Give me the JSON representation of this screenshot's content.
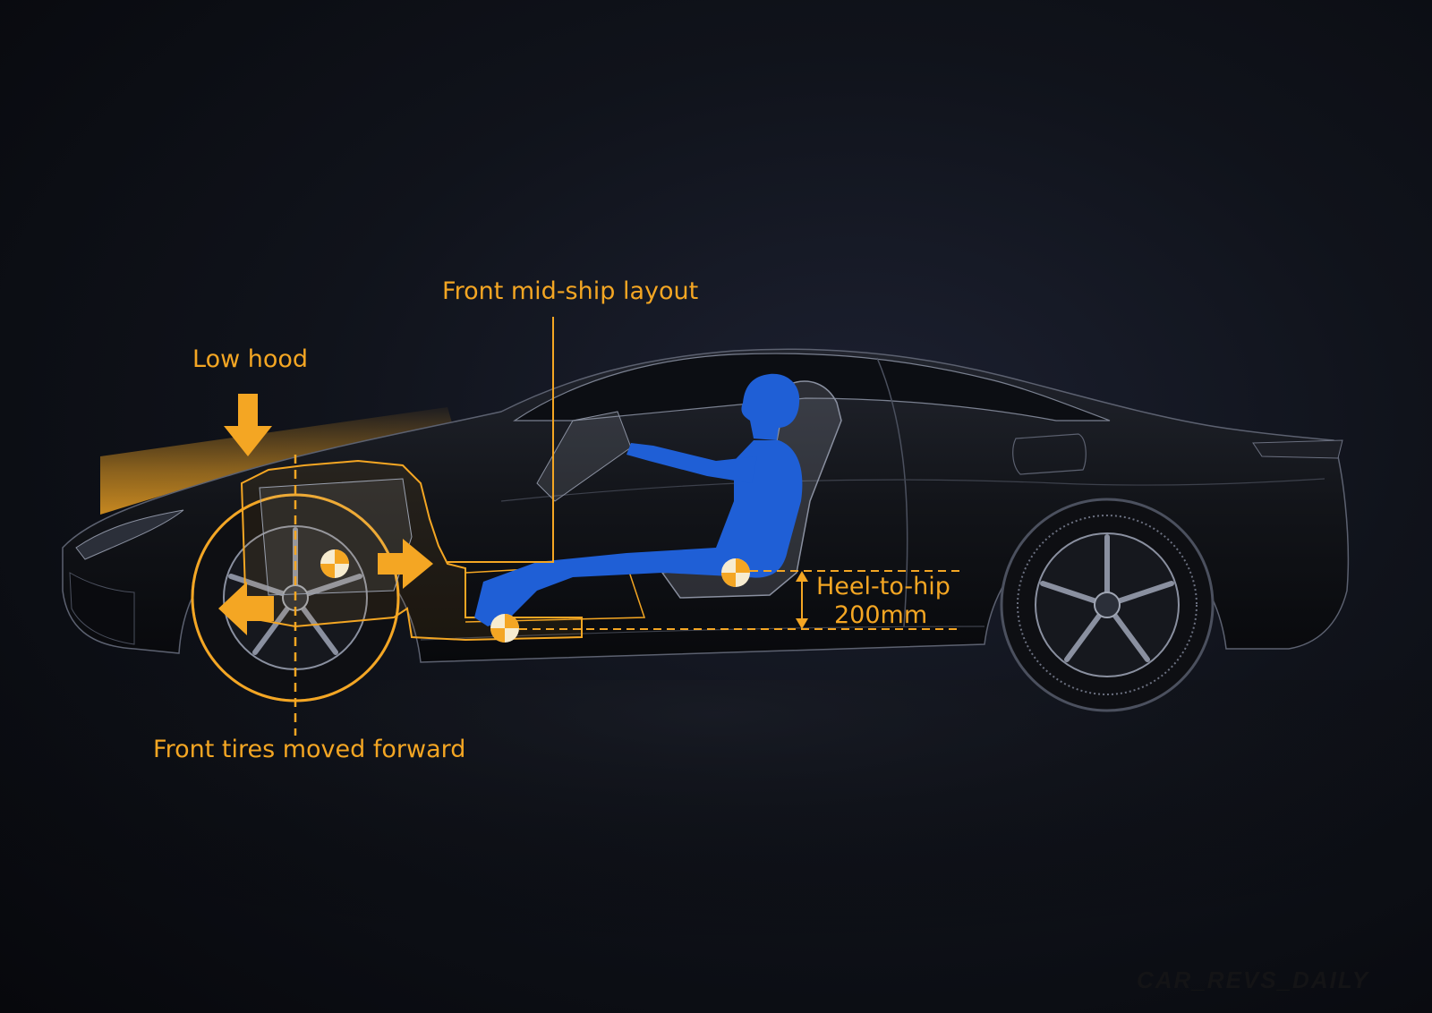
{
  "labels": {
    "low_hood": "Low hood",
    "front_midship": "Front mid-ship layout",
    "front_tires": "Front tires moved forward",
    "heel_to_hip_title": "Heel-to-hip",
    "heel_to_hip_value": "200mm"
  },
  "watermark": "CAR_REVS_DAILY",
  "colors": {
    "accent": "#f4a623",
    "occupant": "#1f5fd6",
    "background": "#0b0d13",
    "car_body": "#14161d",
    "outline": "#6b7080"
  },
  "icons": {
    "arrow_down": "low-hood-arrow-icon",
    "arrow_right": "engine-setback-arrow-icon",
    "arrow_left": "front-wheel-forward-arrow-icon",
    "center_of_mass": "center-of-mass-marker-icon"
  }
}
